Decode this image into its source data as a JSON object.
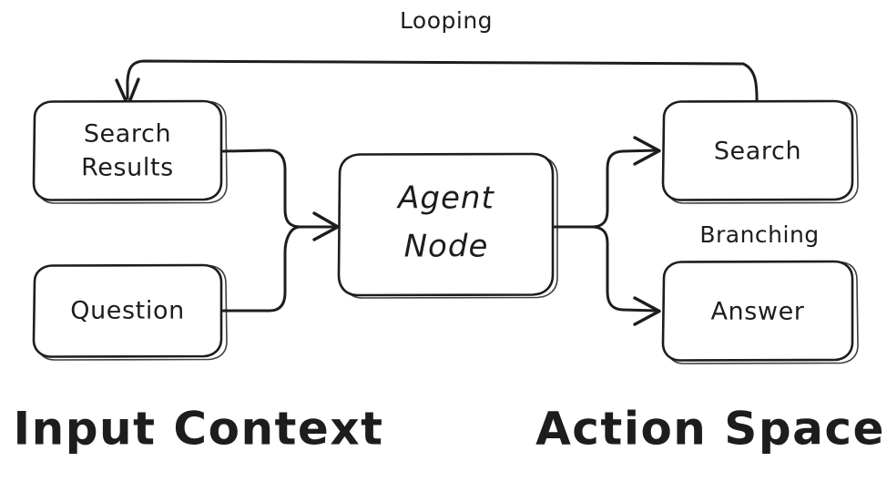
{
  "diagram": {
    "title_visible": false,
    "stroke_color": "#1d1d1d",
    "fill_color": "#ffffff",
    "nodes": {
      "search_results": {
        "label_line1": "Search",
        "label_line2": "Results"
      },
      "question": {
        "label": "Question"
      },
      "agent": {
        "label_line1": "Agent",
        "label_line2": "Node"
      },
      "search": {
        "label": "Search"
      },
      "answer": {
        "label": "Answer"
      }
    },
    "edge_labels": {
      "looping": "Looping",
      "branching": "Branching"
    },
    "group_labels": {
      "input_context": "Input Context",
      "action_space": "Action Space"
    }
  }
}
